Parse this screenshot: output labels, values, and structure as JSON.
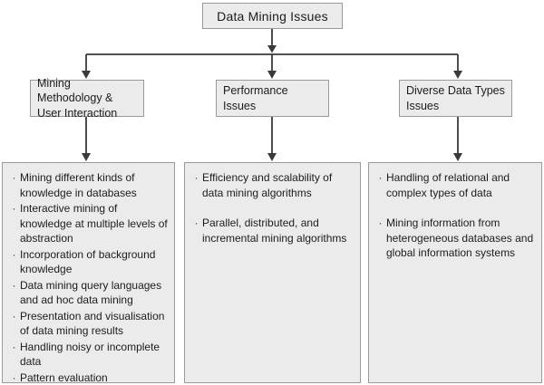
{
  "title": "Data Mining Issues",
  "bullet": "·",
  "colors": {
    "background": "#ffffff",
    "box_fill": "#ebebeb",
    "box_border": "#9a9a9a",
    "connector": "#3a3a3a",
    "text": "#1c1c1c"
  },
  "branches": [
    {
      "label": "Mining Methodology & User Interaction",
      "items": [
        "Mining different kinds of knowledge in databases",
        "Interactive mining of knowledge at multiple levels of abstraction",
        "Incorporation of background knowledge",
        "Data mining query languages and ad hoc data mining",
        "Presentation and visualisation of data mining results",
        "Handling noisy or incomplete data",
        "Pattern evaluation"
      ]
    },
    {
      "label": "Performance Issues",
      "items": [
        "Efficiency and scalability of data mining algorithms",
        "Parallel, distributed, and incremental mining algorithms"
      ]
    },
    {
      "label": "Diverse Data Types Issues",
      "items": [
        "Handling of relational and complex types of data",
        "Mining information from heterogeneous databases and global information systems"
      ]
    }
  ]
}
